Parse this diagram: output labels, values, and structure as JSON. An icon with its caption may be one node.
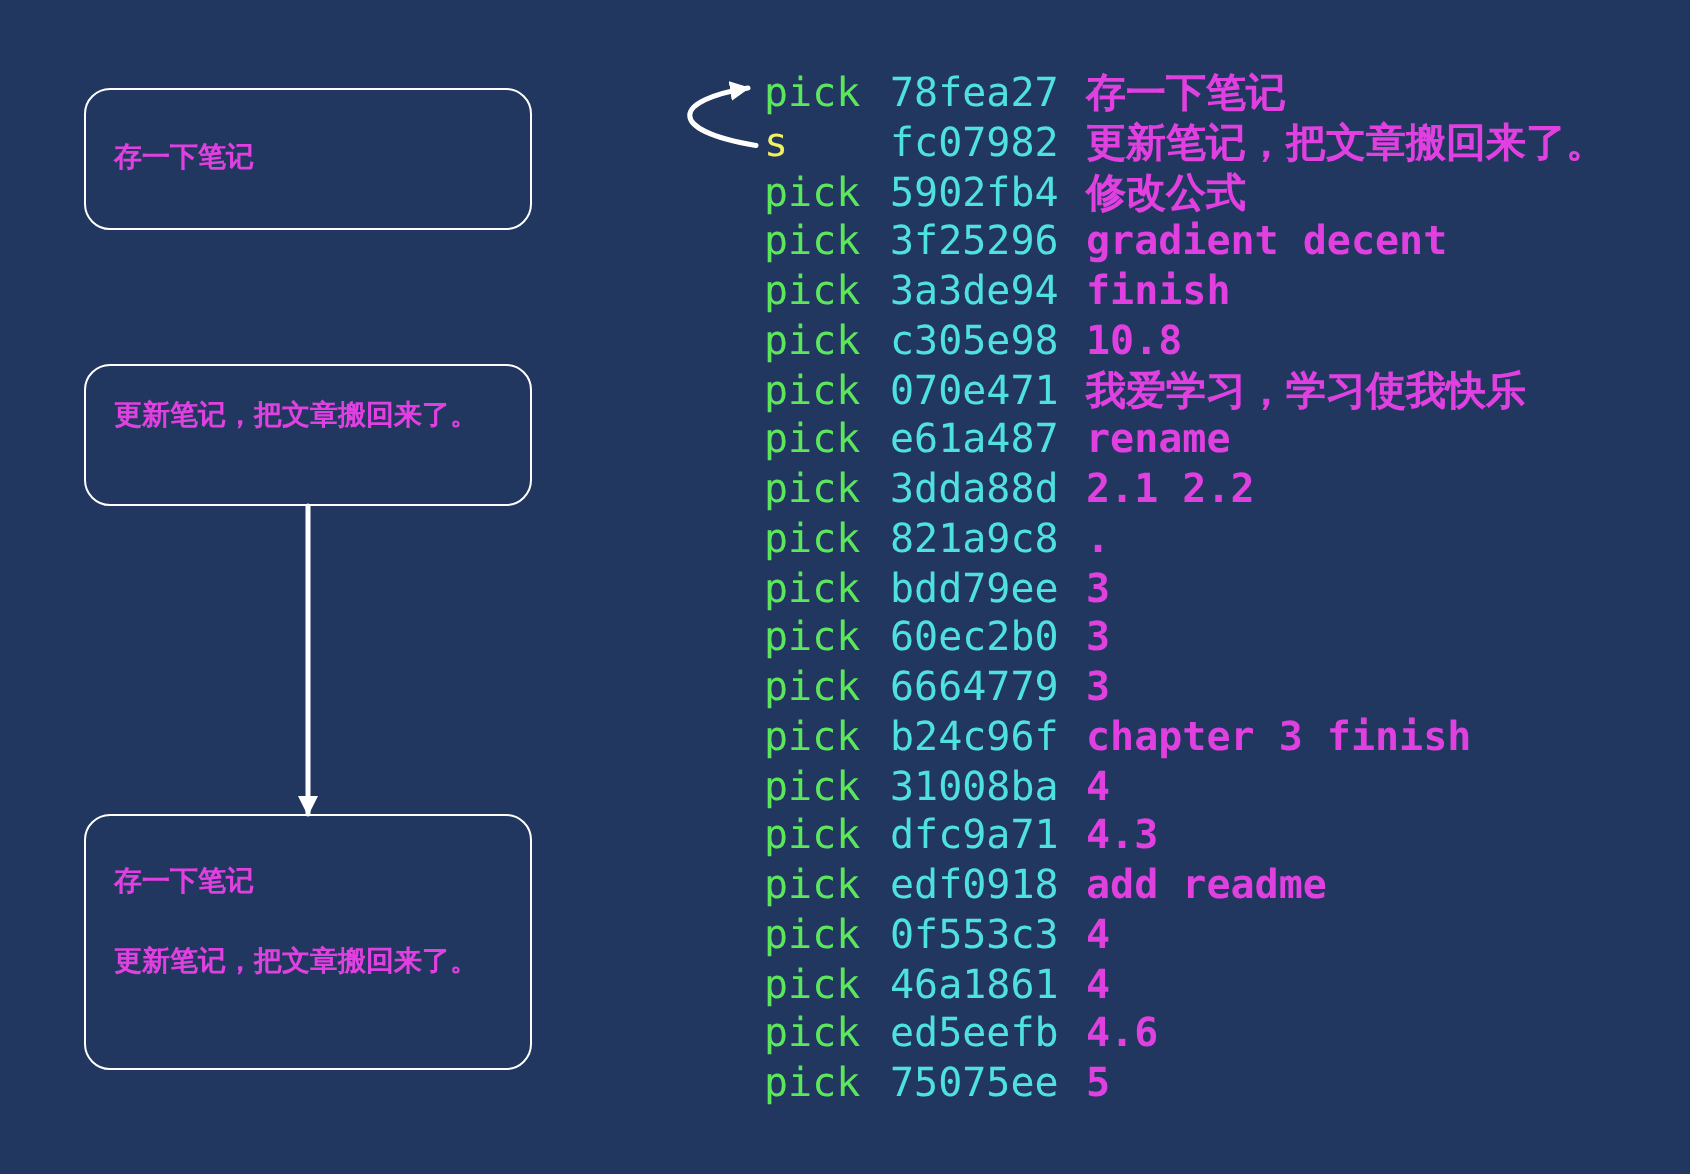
{
  "diagram": {
    "nodes": [
      {
        "text": [
          "存一下笔记"
        ]
      },
      {
        "text": [
          "更新笔记，把文章搬回来了。"
        ]
      },
      {
        "text": [
          "存一下笔记",
          "更新笔记，把文章搬回来了。"
        ]
      },
      {
        "text": [
          "pick",
          "78fea27",
          "存一下笔记"
        ]
      },
      {
        "text": [
          "s",
          "fc07982",
          "更新笔记，把文章搬回来了。"
        ]
      }
    ],
    "edges": [
      {
        "from": 1,
        "to": 2,
        "arrow": "to"
      },
      {
        "from": 4,
        "to": 3,
        "arrow": "to"
      }
    ],
    "labels": [
      "pick",
      "5902fb4",
      "修改公式",
      "pick",
      "3f25296",
      "gradient decent",
      "pick",
      "3a3de94",
      "finish",
      "pick",
      "c305e98",
      "10.8",
      "pick",
      "070e471",
      "我爱学习，学习使我快乐",
      "pick",
      "e61a487",
      "rename",
      "pick",
      "3dda88d",
      "2.1 2.2",
      "pick",
      "821a9c8",
      ".",
      "pick",
      "bdd79ee",
      "3",
      "pick",
      "60ec2b0",
      "3",
      "pick",
      "6664779",
      "3",
      "pick",
      "b24c96f",
      "chapter 3 finish",
      "pick",
      "31008ba",
      "4",
      "pick",
      "dfc9a71",
      "4.3",
      "pick",
      "edf0918",
      "add readme",
      "pick",
      "0f553c3",
      "4",
      "pick",
      "46a1861",
      "4",
      "pick",
      "ed5eefb",
      "4.6",
      "pick",
      "75075ee",
      "5"
    ]
  }
}
